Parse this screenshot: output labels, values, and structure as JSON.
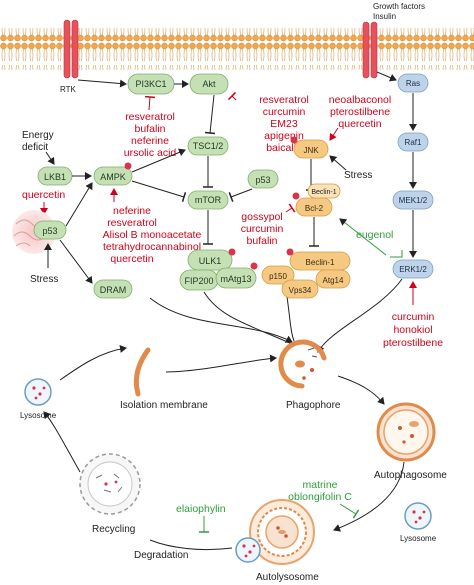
{
  "membrane": {
    "rtk": "RTK",
    "growth_factors": "Growth factors",
    "insulin": "Insulin"
  },
  "nodes": {
    "pi3kc1": "PI3KC1",
    "akt": "Akt",
    "ras": "Ras",
    "raf1": "Raf1",
    "mek12": "MEK1/2",
    "erk12": "ERK1/2",
    "lkb1": "LKB1",
    "ampk": "AMPK",
    "tsc12": "TSC1/2",
    "mtor": "mTOR",
    "p53_right": "p53",
    "p53_left": "p53",
    "ulk1": "ULK1",
    "fip200": "FIP200",
    "matg13": "mAtg13",
    "dram": "DRAM",
    "jnk": "JNK",
    "beclin1_small": "Beclin-1",
    "bcl2": "Bcl-2",
    "beclin1": "Beclin-1",
    "p150": "p150",
    "atg14": "Atg14",
    "vps34": "Vps34"
  },
  "labels": {
    "energy_deficit_1": "Energy",
    "energy_deficit_2": "deficit",
    "stress_left": "Stress",
    "stress_right": "Stress",
    "isolation_membrane": "Isolation membrane",
    "phagophore": "Phagophore",
    "autophagosome": "Autophagosome",
    "lysosome_left": "Lysosome",
    "lysosome_right": "Lysosome",
    "recycling": "Recycling",
    "degradation": "Degradation",
    "autolysosome": "Autolysosome"
  },
  "compounds": {
    "pi3k_inhibitors": [
      "resveratrol",
      "bufalin",
      "neferine",
      "ursolic acid"
    ],
    "akt_inhibitors": [
      "resveratrol",
      "curcumin",
      "EM23",
      "apigenin",
      "baicalin"
    ],
    "jnk_activators": [
      "neoalbaconol",
      "pterostilbene",
      "quercetin"
    ],
    "p53_activator": "quercetin",
    "ampk_activators": [
      "neferine",
      "resveratrol",
      "Alisol B monoacetate",
      "tetrahydrocannabinol",
      "quercetin"
    ],
    "bcl2_inhibitors": [
      "gossypol",
      "curcumin",
      "bufalin"
    ],
    "beclin_inhibitor": "eugenol",
    "erk_activators": [
      "curcumin",
      "honokiol",
      "pterostilbene"
    ],
    "autolysosome_inhibitors": [
      "matrine",
      "oblongifolin C"
    ],
    "degradation_inhibitor": "elaiophylin"
  },
  "colors": {
    "green_node": "#c5e0b4",
    "green_stroke": "#7fae6a",
    "orange_node": "#f6c983",
    "orange_stroke": "#d89a3c",
    "blue_node": "#bcd3ea",
    "blue_stroke": "#7f9fc2",
    "receptor": "#e8505b",
    "phospho": "#d9344a",
    "activator_text": "#d0021b",
    "inhibitor_text": "#2e9e3a"
  }
}
